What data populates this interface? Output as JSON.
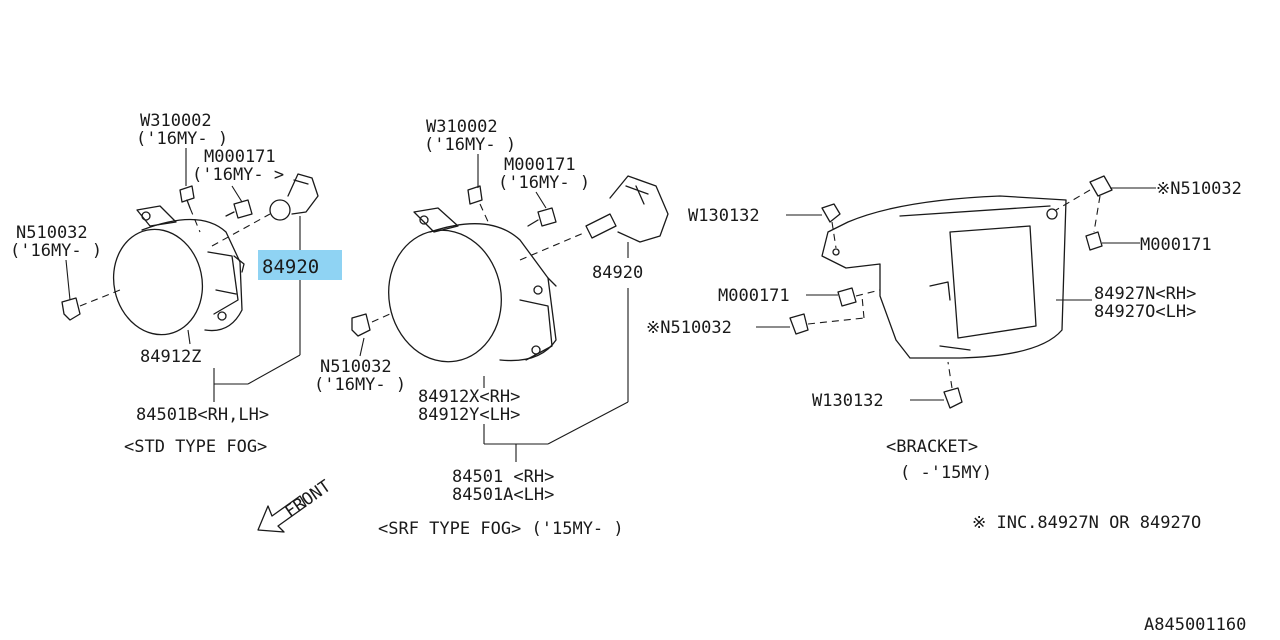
{
  "diagram_id": "A845001160",
  "left_assembly": {
    "screw_top": "W310002",
    "screw_top_note": "('16MY- )",
    "bolt": "M000171",
    "bolt_note": "('16MY- >",
    "nut": "N510032",
    "nut_note": "('16MY- )",
    "bulb": "84920",
    "lamp": "84912Z",
    "assembly": "84501B<RH,LH>",
    "caption": "<STD TYPE FOG>"
  },
  "middle_assembly": {
    "screw_top": "W310002",
    "screw_top_note": "('16MY- )",
    "bolt": "M000171",
    "bolt_note": "('16MY- )",
    "bulb": "84920",
    "nut": "N510032",
    "nut_note": "('16MY- )",
    "lamp_rh": "84912X<RH>",
    "lamp_lh": "84912Y<LH>",
    "assembly_rh": "84501 <RH>",
    "assembly_lh": "84501A<LH>",
    "caption": "<SRF TYPE FOG> ('15MY- )"
  },
  "bracket_assembly": {
    "clip_top": "W130132",
    "nut_top": "※N510032",
    "bolt_top": "M000171",
    "bolt_mid": "M000171",
    "nut_mid": "※N510032",
    "bracket_rh": "84927N<RH>",
    "bracket_lh": "84927O<LH>",
    "clip_bottom": "W130132",
    "caption": "<BRACKET>",
    "caption_note": "( -'15MY)"
  },
  "front_label": "FRONT",
  "footnote": "※ INC.84927N OR 84927O",
  "highlight_color": "#8fd3f3"
}
